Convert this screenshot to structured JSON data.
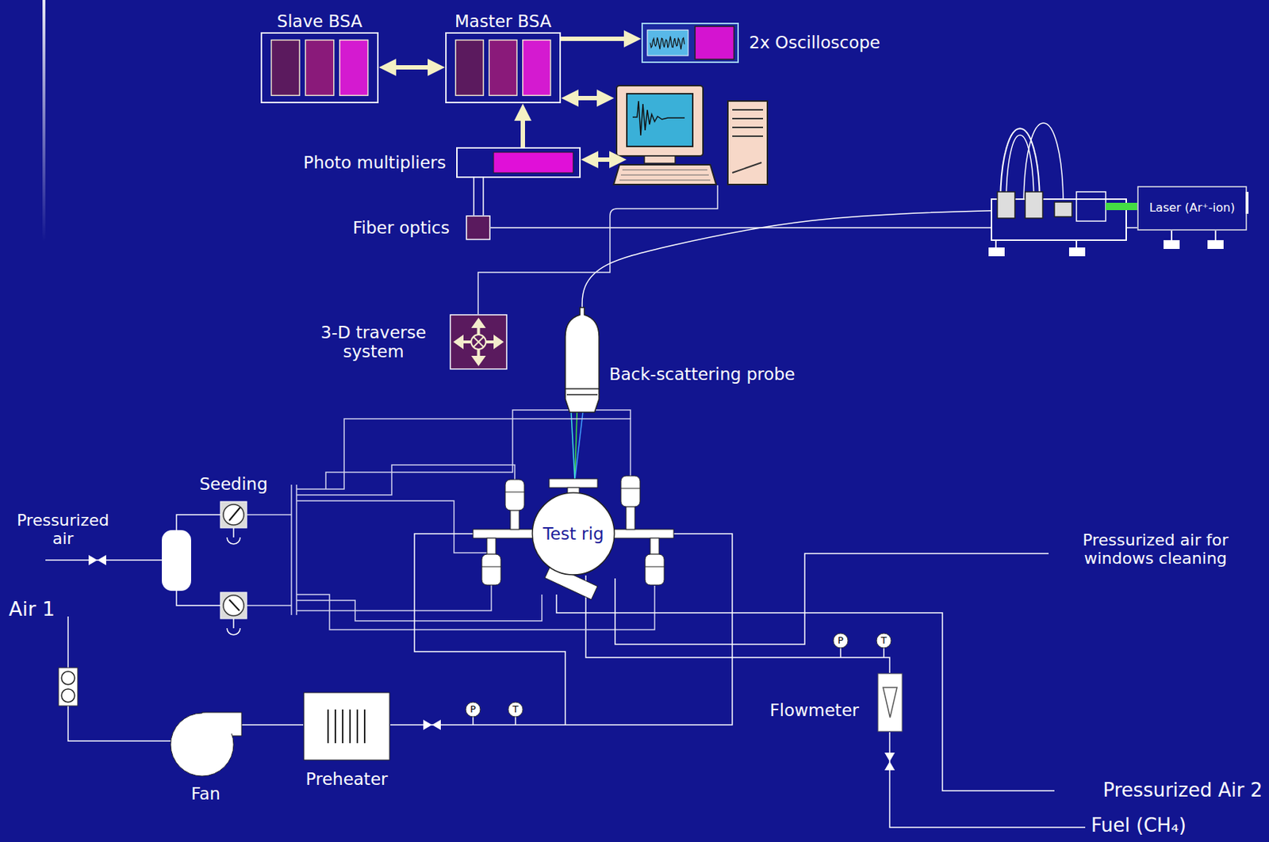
{
  "diagram": {
    "nodes": [
      {
        "text": [
          "Slave BSA"
        ]
      },
      {
        "text": [
          "Master BSA"
        ]
      },
      {
        "text": [
          "2x Oscilloscope"
        ]
      },
      {
        "text": [
          "Photo multipliers"
        ]
      },
      {
        "text": [
          "Fiber optics"
        ]
      },
      {
        "text": [
          "Laser (Ar⁺-ion)"
        ]
      },
      {
        "text": [
          "3-D traverse system"
        ]
      },
      {
        "text": [
          "Back-scattering probe"
        ]
      },
      {
        "text": [
          "Test rig"
        ]
      },
      {
        "text": [
          "Fan"
        ]
      },
      {
        "text": [
          "Preheater"
        ]
      },
      {
        "text": [
          "Flowmeter"
        ]
      }
    ],
    "edges": [
      {
        "from": 0,
        "to": 1,
        "arrow": "both"
      },
      {
        "from": 1,
        "to": 2,
        "arrow": "to"
      },
      {
        "from": 3,
        "to": 1,
        "arrow": "to"
      },
      {
        "from": 4,
        "to": 3,
        "arrow": "none"
      },
      {
        "from": 4,
        "to": 5,
        "arrow": "none"
      },
      {
        "from": 7,
        "to": 5,
        "arrow": "none"
      },
      {
        "from": 9,
        "to": 10,
        "arrow": "none"
      },
      {
        "from": 10,
        "to": 8,
        "arrow": "none"
      },
      {
        "from": 11,
        "to": 8,
        "arrow": "none"
      }
    ],
    "labels": [
      "Seeding",
      "Pressurized air",
      "Air 1",
      "Pressurized air for windows cleaning",
      "Pressurized Air 2",
      "Fuel (CH₄)",
      "P",
      "T",
      "P",
      "T"
    ]
  }
}
